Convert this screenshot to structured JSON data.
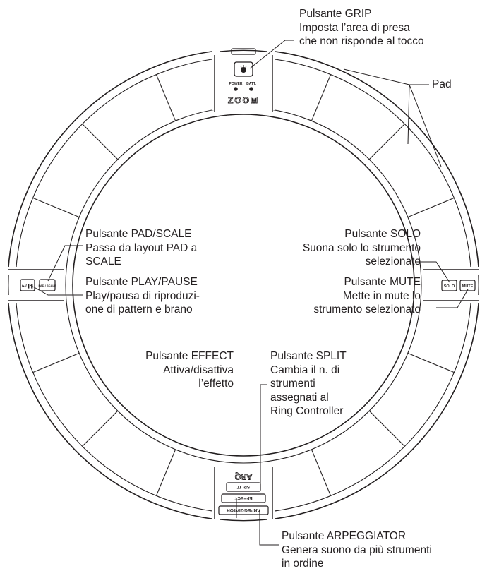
{
  "device": {
    "brand_logo": "ZOOM",
    "grip_indicators": {
      "power": "POWER",
      "batt": "BATT."
    },
    "buttons": {
      "solo": "SOLO",
      "mute": "MUTE",
      "play_pause": "►/❚❚",
      "pad_scale": "PAD / SCALE",
      "split": "SPLIT",
      "effect": "EFFECT",
      "arpeggiator": "ARPEGGIATOR",
      "arq_logo": "ARQ"
    }
  },
  "callouts": {
    "grip": {
      "title": "Pulsante GRIP",
      "lines": [
        "Imposta l’area di presa",
        "che non risponde al tocco"
      ]
    },
    "pad": {
      "title": "Pad"
    },
    "pad_scale": {
      "title": "Pulsante PAD/SCALE",
      "lines": [
        "Passa da layout PAD a",
        "SCALE"
      ]
    },
    "play_pause": {
      "title": "Pulsante PLAY/PAUSE",
      "lines": [
        "Play/pausa di riproduzi-",
        "one di pattern e brano"
      ]
    },
    "solo": {
      "title": "Pulsante SOLO",
      "lines": [
        "Suona solo lo strumento",
        "selezionato"
      ]
    },
    "mute": {
      "title": "Pulsante MUTE",
      "lines": [
        "Mette in mute lo",
        "strumento selezionato"
      ]
    },
    "effect": {
      "title": "Pulsante EFFECT",
      "lines": [
        "Attiva/disattiva",
        "l’effetto"
      ]
    },
    "split": {
      "title": "Pulsante SPLIT",
      "lines": [
        "Cambia il n. di",
        "strumenti",
        "assegnati al",
        "Ring Controller"
      ]
    },
    "arpeggiator": {
      "title": "Pulsante ARPEGGIATOR",
      "lines": [
        "Genera suono da più strumenti",
        "in ordine"
      ]
    }
  }
}
